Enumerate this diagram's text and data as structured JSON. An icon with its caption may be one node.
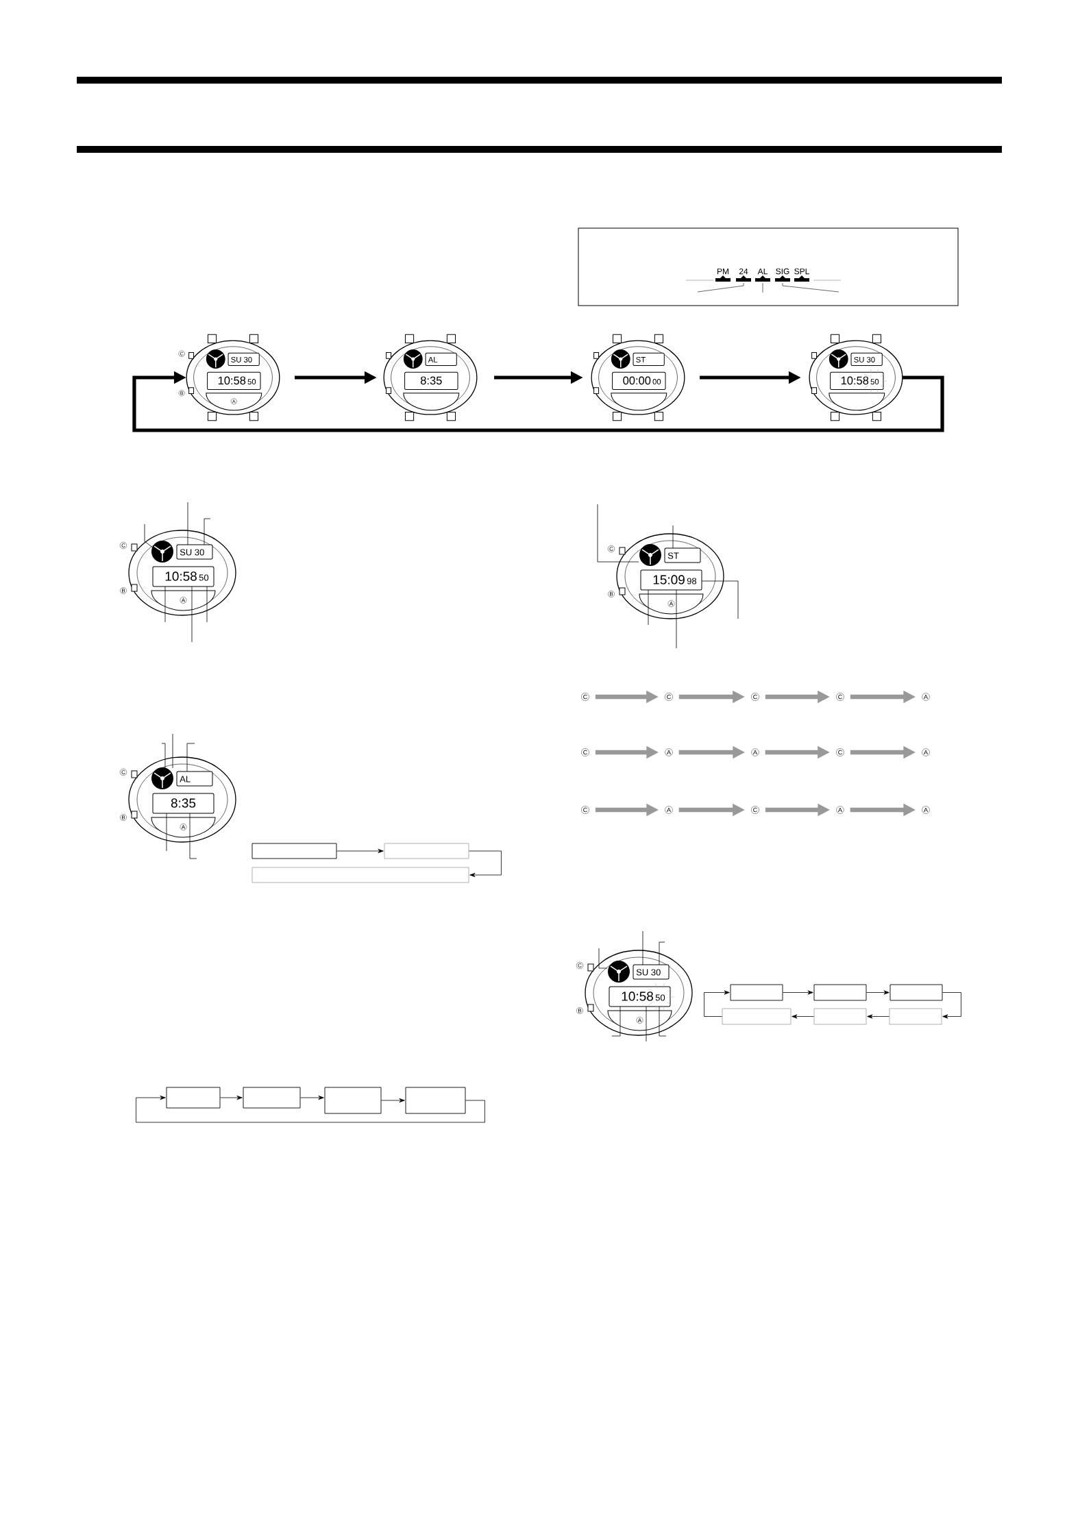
{
  "diagram": {
    "nodes": [
      {
        "text": [
          "PM",
          "24",
          "AL",
          "SIG",
          "SPL"
        ]
      },
      {
        "text": [
          "SU 30",
          "10:58",
          "50",
          "A"
        ],
        "beside": [
          "C",
          "B"
        ]
      },
      {
        "text": [
          "AL",
          "8:35"
        ]
      },
      {
        "text": [
          "ST",
          "00:00",
          "00"
        ]
      },
      {
        "text": [
          "SU 30",
          "10:58",
          "50"
        ]
      },
      {
        "text": [
          "SU 30",
          "10:58",
          "50",
          "A"
        ],
        "beside": [
          "C",
          "B"
        ]
      },
      {
        "text": [
          "AL",
          "8:35",
          "A"
        ],
        "beside": [
          "C",
          "B"
        ]
      },
      {
        "text": [],
        "shape": "box"
      },
      {
        "text": [],
        "shape": "box"
      },
      {
        "text": [],
        "shape": "box"
      },
      {
        "text": [],
        "shape": "box"
      },
      {
        "text": [],
        "shape": "box"
      },
      {
        "text": [],
        "shape": "box"
      },
      {
        "text": [],
        "shape": "box"
      },
      {
        "text": [
          "ST",
          "15:09",
          "98",
          "A"
        ],
        "beside": [
          "C",
          "B"
        ]
      },
      {
        "text": [
          "C"
        ]
      },
      {
        "text": [
          "C"
        ]
      },
      {
        "text": [
          "C"
        ]
      },
      {
        "text": [
          "C"
        ]
      },
      {
        "text": [
          "A"
        ]
      },
      {
        "text": [
          "C"
        ]
      },
      {
        "text": [
          "A"
        ]
      },
      {
        "text": [
          "A"
        ]
      },
      {
        "text": [
          "C"
        ]
      },
      {
        "text": [
          "A"
        ]
      },
      {
        "text": [
          "C"
        ]
      },
      {
        "text": [
          "A"
        ]
      },
      {
        "text": [
          "C"
        ]
      },
      {
        "text": [
          "A"
        ]
      },
      {
        "text": [
          "A"
        ]
      },
      {
        "text": [
          "SU 30",
          "10:58",
          "50",
          "A"
        ],
        "beside": [
          "C",
          "B"
        ]
      },
      {
        "text": [],
        "shape": "box"
      },
      {
        "text": [],
        "shape": "box"
      },
      {
        "text": [],
        "shape": "box"
      },
      {
        "text": [],
        "shape": "box"
      },
      {
        "text": [],
        "shape": "box"
      },
      {
        "text": [],
        "shape": "box"
      }
    ],
    "edges": [
      {
        "from": 1,
        "to": 2,
        "arrow": "to",
        "style": "thick"
      },
      {
        "from": 2,
        "to": 3,
        "arrow": "to",
        "style": "thick"
      },
      {
        "from": 3,
        "to": 4,
        "arrow": "to",
        "style": "thick"
      },
      {
        "from": 4,
        "to": 1,
        "arrow": "to",
        "style": "thick"
      },
      {
        "from": 7,
        "to": 8,
        "arrow": "to"
      },
      {
        "from": 8,
        "to": 9,
        "arrow": "to"
      },
      {
        "from": 10,
        "to": 11,
        "arrow": "to"
      },
      {
        "from": 11,
        "to": 12,
        "arrow": "to"
      },
      {
        "from": 12,
        "to": 13,
        "arrow": "to"
      },
      {
        "from": 13,
        "to": 10,
        "arrow": "to"
      },
      {
        "from": 15,
        "to": 16,
        "arrow": "to",
        "style": "thick",
        "color": "#999999"
      },
      {
        "from": 16,
        "to": 17,
        "arrow": "to",
        "style": "thick",
        "color": "#999999"
      },
      {
        "from": 17,
        "to": 18,
        "arrow": "to",
        "style": "thick",
        "color": "#999999"
      },
      {
        "from": 18,
        "to": 19,
        "arrow": "to",
        "style": "thick",
        "color": "#999999"
      },
      {
        "from": 20,
        "to": 21,
        "arrow": "to",
        "style": "thick",
        "color": "#999999"
      },
      {
        "from": 21,
        "to": 22,
        "arrow": "to",
        "style": "thick",
        "color": "#999999"
      },
      {
        "from": 22,
        "to": 23,
        "arrow": "to",
        "style": "thick",
        "color": "#999999"
      },
      {
        "from": 23,
        "to": 24,
        "arrow": "to",
        "style": "thick",
        "color": "#999999"
      },
      {
        "from": 25,
        "to": 26,
        "arrow": "to",
        "style": "thick",
        "color": "#999999"
      },
      {
        "from": 26,
        "to": 27,
        "arrow": "to",
        "style": "thick",
        "color": "#999999"
      },
      {
        "from": 27,
        "to": 28,
        "arrow": "to",
        "style": "thick",
        "color": "#999999"
      },
      {
        "from": 28,
        "to": 29,
        "arrow": "to",
        "style": "thick",
        "color": "#999999"
      },
      {
        "from": 31,
        "to": 32,
        "arrow": "to"
      },
      {
        "from": 32,
        "to": 33,
        "arrow": "to"
      },
      {
        "from": 33,
        "to": 36,
        "arrow": "to"
      },
      {
        "from": 36,
        "to": 35,
        "arrow": "to"
      },
      {
        "from": 35,
        "to": 34,
        "arrow": "to"
      },
      {
        "from": 34,
        "to": 31,
        "arrow": "to"
      },
      {
        "from": 5,
        "to": null,
        "arrow": "none"
      },
      {
        "from": 5,
        "to": null,
        "arrow": "none"
      },
      {
        "from": 5,
        "to": null,
        "arrow": "none"
      },
      {
        "from": 5,
        "to": null,
        "arrow": "none"
      },
      {
        "from": 5,
        "to": null,
        "arrow": "none"
      },
      {
        "from": 5,
        "to": null,
        "arrow": "none"
      },
      {
        "from": 6,
        "to": null,
        "arrow": "none"
      },
      {
        "from": 6,
        "to": null,
        "arrow": "none"
      },
      {
        "from": 6,
        "to": null,
        "arrow": "none"
      },
      {
        "from": 6,
        "to": null,
        "arrow": "none"
      },
      {
        "from": 6,
        "to": null,
        "arrow": "none"
      },
      {
        "from": 14,
        "to": null,
        "arrow": "none"
      },
      {
        "from": 14,
        "to": null,
        "arrow": "none"
      },
      {
        "from": 14,
        "to": null,
        "arrow": "none"
      },
      {
        "from": 14,
        "to": null,
        "arrow": "none"
      },
      {
        "from": 14,
        "to": null,
        "arrow": "none"
      },
      {
        "from": 30,
        "to": null,
        "arrow": "none"
      },
      {
        "from": 30,
        "to": null,
        "arrow": "none"
      },
      {
        "from": 30,
        "to": null,
        "arrow": "none"
      },
      {
        "from": 30,
        "to": null,
        "arrow": "none"
      },
      {
        "from": 30,
        "to": null,
        "arrow": "none"
      },
      {
        "from": 30,
        "to": null,
        "arrow": "none"
      }
    ]
  }
}
